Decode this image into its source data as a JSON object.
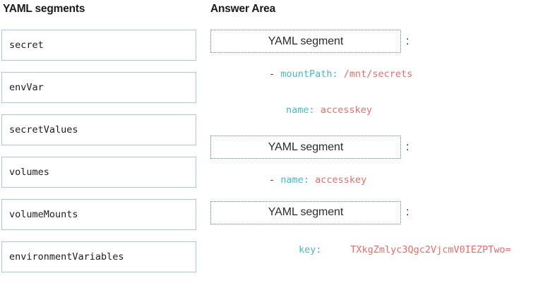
{
  "panels": {
    "left_title": "YAML segments",
    "right_title": "Answer Area"
  },
  "segments": [
    {
      "label": "secret"
    },
    {
      "label": "envVar"
    },
    {
      "label": "secretValues"
    },
    {
      "label": "volumes"
    },
    {
      "label": "volumeMounts"
    },
    {
      "label": "environmentVariables"
    }
  ],
  "answer_area": {
    "drop_placeholder": "YAML segment",
    "colon": ":",
    "groups": [
      {
        "lines": [
          {
            "dash": "-",
            "key": "mountPath",
            "punct": ":",
            "value": "/mnt/secrets"
          },
          {
            "dash": "",
            "key": "name",
            "punct": ":",
            "value": "accesskey"
          }
        ]
      },
      {
        "lines": [
          {
            "dash": "-",
            "key": "name",
            "punct": ":",
            "value": "accesskey"
          }
        ]
      },
      {
        "lines": [
          {
            "dash": "",
            "key": "key",
            "punct": ":",
            "value": "TXkgZmlyc3Qgc2VjcmV0IEZPTwo="
          }
        ]
      }
    ]
  },
  "colors": {
    "box_border": "#a9c7de",
    "drop_border": "#5b7fa6",
    "yaml_key": "#4ab8c4",
    "yaml_value": "#e0706b",
    "text": "#1d1d1d"
  }
}
